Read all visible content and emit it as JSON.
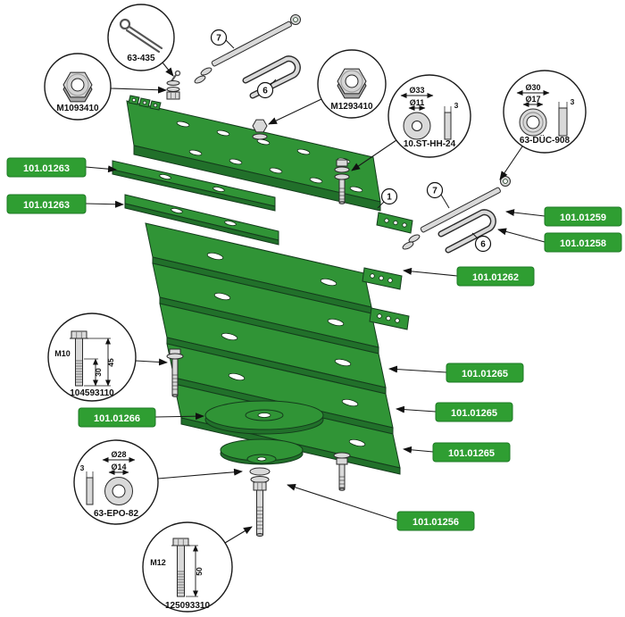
{
  "part_labels": [
    {
      "text": "101.01263"
    },
    {
      "text": "101.01263"
    },
    {
      "text": "101.01259"
    },
    {
      "text": "101.01258"
    },
    {
      "text": "101.01262"
    },
    {
      "text": "101.01265"
    },
    {
      "text": "101.01265"
    },
    {
      "text": "101.01265"
    },
    {
      "text": "101.01266"
    },
    {
      "text": "101.01256"
    }
  ],
  "callouts": {
    "cotter_pin": {
      "part": "63-435"
    },
    "hex_nut_small": {
      "part": "M1093410"
    },
    "hex_nut_large": {
      "part": "M1293410"
    },
    "flat_washer": {
      "part": "10.ST-HH-24",
      "outer_dia": "Ø33",
      "inner_dia": "Ø11",
      "thickness": "3"
    },
    "bushing": {
      "part": "63-DÜC-908",
      "outer_dia": "Ø30",
      "inner_dia": "Ø17",
      "thickness": "3"
    },
    "bolt_m10": {
      "size": "M10",
      "part": "104593110",
      "thread_length": "30",
      "total_length": "45"
    },
    "special_washer": {
      "part": "63-EPO-82",
      "outer_dia": "Ø28",
      "inner_dia": "Ø14",
      "thickness": "3"
    },
    "bolt_m12": {
      "size": "M12",
      "part": "125093310",
      "length": "50"
    }
  },
  "item_numbers": {
    "pin": "7",
    "hook": "6",
    "assembly": "1"
  },
  "colors": {
    "label_green": "#2f9e32",
    "plate_green": "#309436",
    "plate_shadow": "#21702a",
    "metal_gray": "#d9d9d9"
  }
}
